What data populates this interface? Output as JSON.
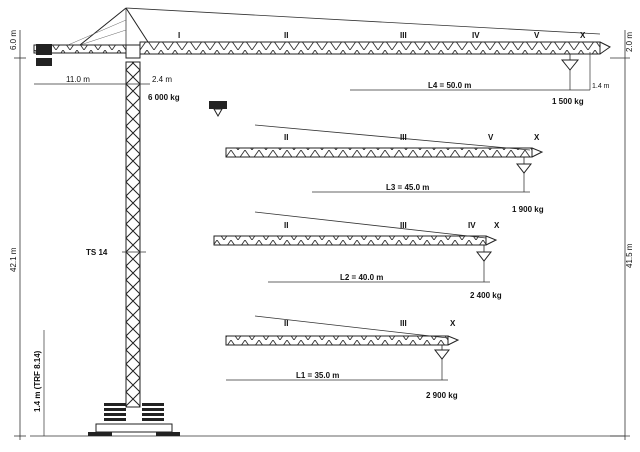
{
  "dimensions": {
    "top_left_height": "6.0 m",
    "top_right_height": "2.0 m",
    "counter_jib_length": "11.0 m",
    "offset_short": "2.4 m",
    "tip_offset": "1.4 m",
    "tower_height": "42.1 m",
    "right_height": "41.5 m",
    "base_mast": "1.4 m (TRF 8.14)"
  },
  "labels": {
    "ballast_weight": "6 000 kg",
    "tower_section": "TS 14"
  },
  "roman_numerals": [
    "I",
    "II",
    "III",
    "IV",
    "V",
    "X"
  ],
  "configurations": [
    {
      "length_label": "L4 = 50.0 m",
      "load": "1 500 kg",
      "sections": [
        "I",
        "II",
        "III",
        "IV",
        "V",
        "X"
      ]
    },
    {
      "length_label": "L3 = 45.0 m",
      "load": "1 900 kg",
      "sections": [
        "II",
        "III",
        "V",
        "X"
      ]
    },
    {
      "length_label": "L2 = 40.0 m",
      "load": "2 400 kg",
      "sections": [
        "II",
        "III",
        "IV",
        "X"
      ]
    },
    {
      "length_label": "L1 = 35.0 m",
      "load": "2 900 kg",
      "sections": [
        "II",
        "III",
        "X"
      ]
    }
  ]
}
